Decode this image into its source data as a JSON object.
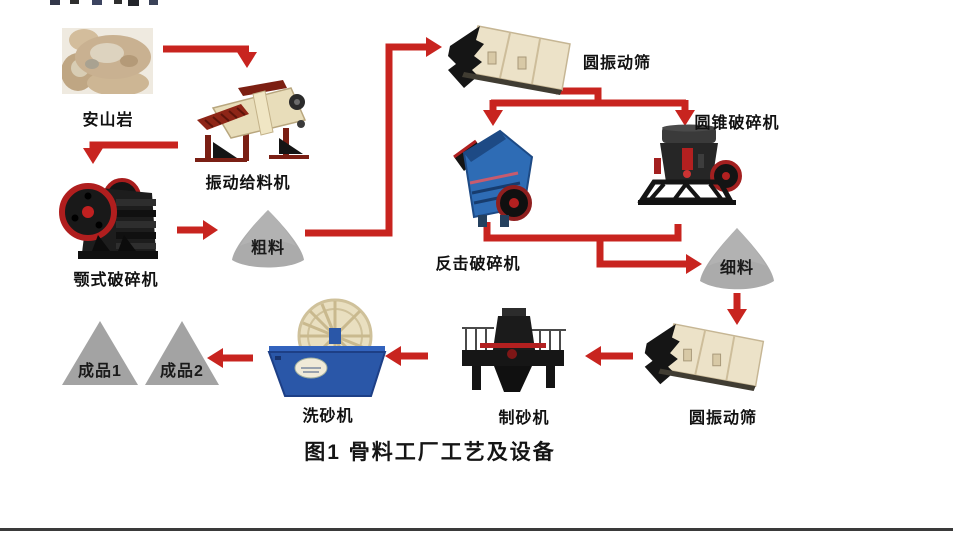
{
  "figure": {
    "caption": "图1  骨料工厂工艺及设备"
  },
  "colors": {
    "arrow_red": "#c8241f",
    "pile_gray": "#ababab",
    "product_gray": "#a3a3a3",
    "screen_cream": "#ece2c8",
    "impact_blue": "#2e6cb5",
    "washer_blue": "#2a57a8",
    "divider_dark": "#3a3a3a"
  },
  "nodes": {
    "andesite": {
      "label": "安山岩"
    },
    "feeder": {
      "label": "振动给料机"
    },
    "jaw_crusher": {
      "label": "颚式破碎机"
    },
    "coarse": {
      "label": "粗料"
    },
    "screen_top": {
      "label": "圆振动筛"
    },
    "impact_crusher": {
      "label": "反击破碎机"
    },
    "cone_crusher": {
      "label": "圆锥破碎机"
    },
    "fine": {
      "label": "细料"
    },
    "screen_bottom": {
      "label": "圆振动筛"
    },
    "sand_maker": {
      "label": "制砂机"
    },
    "sand_washer": {
      "label": "洗砂机"
    },
    "product1": {
      "label": "成品1"
    },
    "product2": {
      "label": "成品2"
    }
  },
  "edges": [
    {
      "from": "安山岩",
      "to": "振动给料机"
    },
    {
      "from": "振动给料机",
      "to": "颚式破碎机"
    },
    {
      "from": "颚式破碎机",
      "to": "粗料"
    },
    {
      "from": "粗料",
      "to": "圆振动筛"
    },
    {
      "from": "圆振动筛",
      "to": "反击破碎机"
    },
    {
      "from": "圆振动筛",
      "to": "圆锥破碎机"
    },
    {
      "from": "反击破碎机",
      "to": "细料"
    },
    {
      "from": "圆锥破碎机",
      "to": "细料"
    },
    {
      "from": "细料",
      "to": "圆振动筛"
    },
    {
      "from": "圆振动筛",
      "to": "制砂机"
    },
    {
      "from": "制砂机",
      "to": "洗砂机"
    },
    {
      "from": "洗砂机",
      "to": "成品2"
    }
  ]
}
